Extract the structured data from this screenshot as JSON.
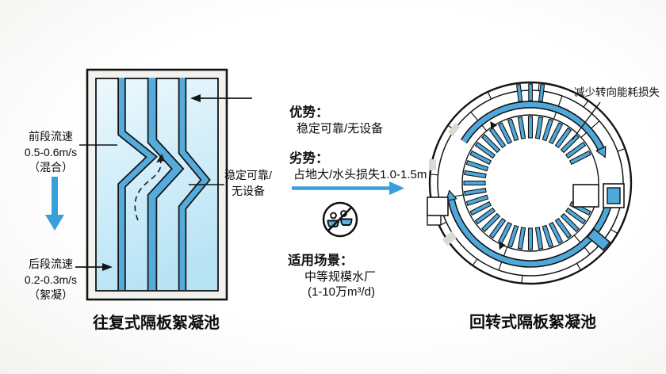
{
  "left": {
    "title": "往复式隔板絮凝池",
    "front_velocity": [
      "前段流速",
      "0.5-0.6m/s",
      "（混合）"
    ],
    "rear_velocity": [
      "后段流速",
      "0.2-0.3m/s",
      "（絮凝）"
    ],
    "side_note": [
      "稳定可靠/",
      "无设备"
    ]
  },
  "comparison": {
    "pros_heading": "优势：",
    "pros": "稳定可靠/无设备",
    "cons_heading": "劣势：",
    "cons": "占地大/水头损失1.0-1.5m",
    "scenario_heading": "适用场景：",
    "scenario_line1": "中等规模水厂",
    "scenario_line2": "(1-10万m³/d)",
    "icon": "no-equipment-icon"
  },
  "right": {
    "title": "回转式隔板絮凝池",
    "annotation": "减少转向能耗损失"
  },
  "colors": {
    "baffle_blue": "#4fa8da",
    "arrow_blue": "#389fd8",
    "water_light": "#ecf8fd",
    "water_deep": "#b9e4f6",
    "outline": "#141414",
    "frame_gray": "#f1f1ee",
    "gray_block": "#dadad5"
  }
}
